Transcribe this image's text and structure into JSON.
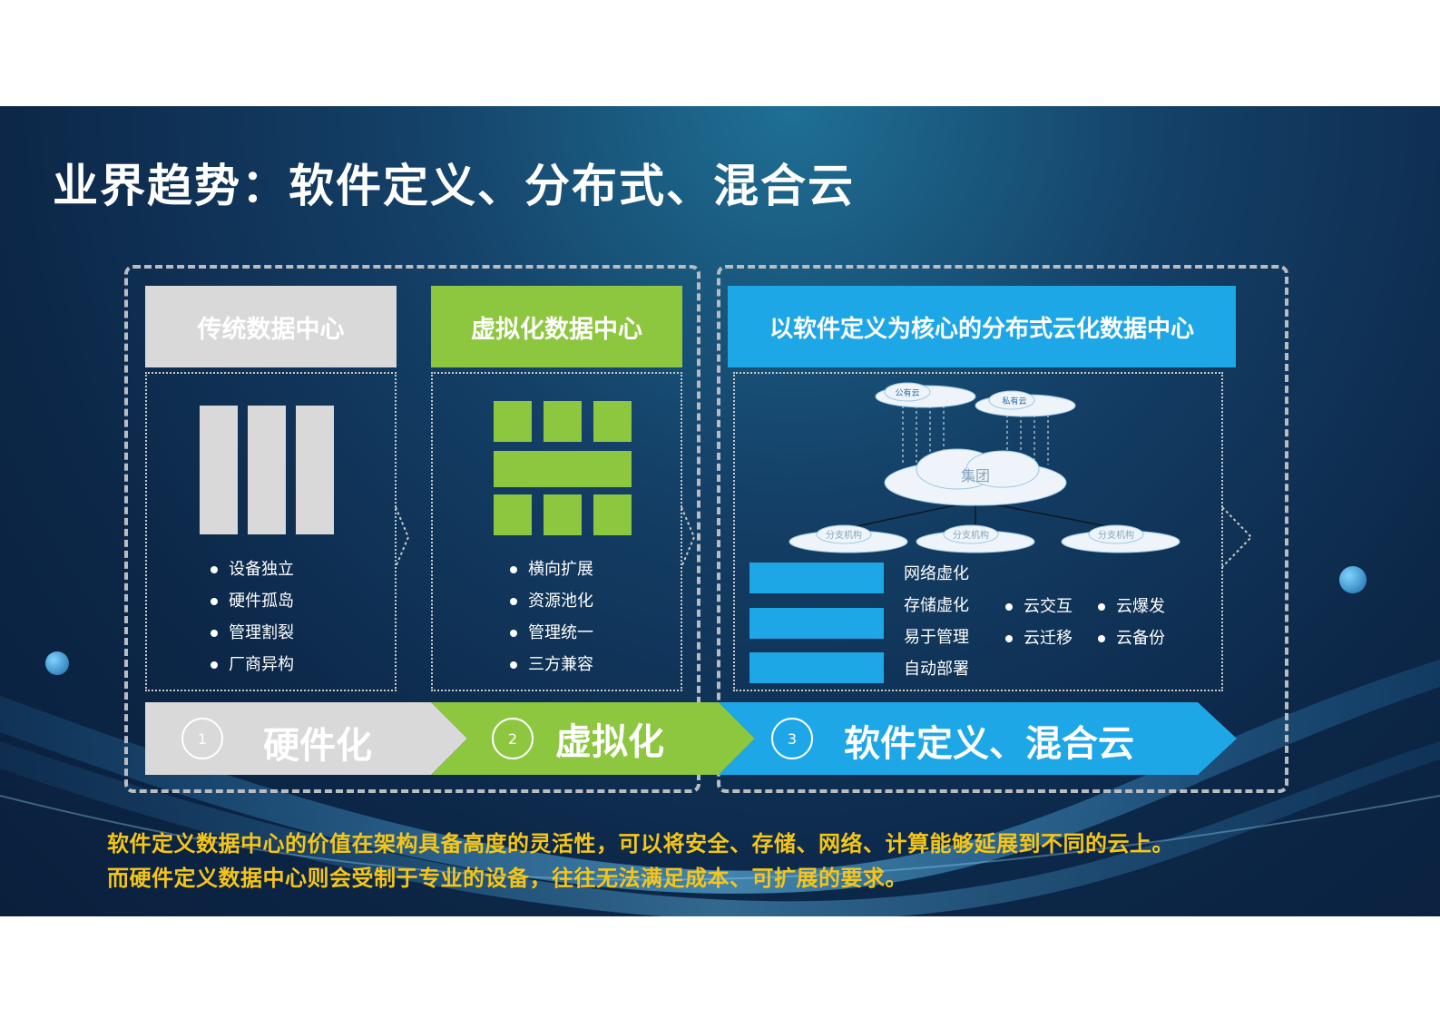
{
  "title": "业界趋势：软件定义、分布式、混合云",
  "columns": [
    {
      "header": "传统数据中心",
      "items": [
        "设备独立",
        "硬件孤岛",
        "管理割裂",
        "厂商异构"
      ]
    },
    {
      "header": "虚拟化数据中心",
      "items": [
        "横向扩展",
        "资源池化",
        "管理统一",
        "三方兼容"
      ]
    },
    {
      "header": "以软件定义为核心的分布式云化数据中心",
      "cloud_labels": {
        "top_left": "公有云",
        "top_right": "私有云",
        "center": "集团",
        "bottom_left": "分支机构",
        "bottom_mid": "分支机构",
        "bottom_right": "分支机构"
      },
      "features": [
        "网络虚化",
        "存储虚化",
        "易于管理",
        "自动部署"
      ],
      "cloud_items": [
        "云交互",
        "云迁移",
        "云爆发",
        "云备份"
      ]
    }
  ],
  "steps": [
    {
      "number": "1",
      "label": "硬件化"
    },
    {
      "number": "2",
      "label": "虚拟化"
    },
    {
      "number": "3",
      "label": "软件定义、混合云"
    }
  ],
  "footer": {
    "line1": "软件定义数据中心的价值在架构具备高度的灵活性，可以将安全、存储、网络、计算能够延展到不同的云上。",
    "line2": "而硬件定义数据中心则会受制于专业的设备，往往无法满足成本、可扩展的要求。"
  },
  "colors": {
    "gray": "#d9d9d9",
    "green": "#8dc63f",
    "blue": "#1ea7e6",
    "footer_text": "#f5c518"
  }
}
